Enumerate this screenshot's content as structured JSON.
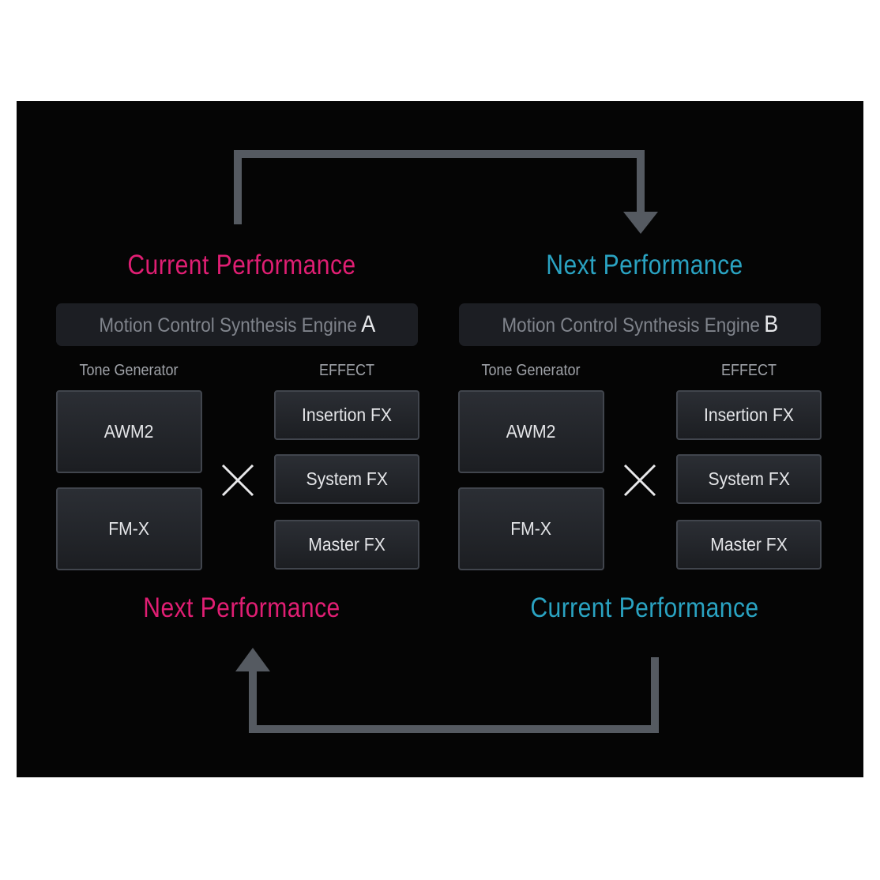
{
  "colors": {
    "accent_pink": "#e01e73",
    "accent_blue": "#2aa3c2",
    "background": "#050505",
    "arrow": "#555a61"
  },
  "left": {
    "top_title": "Current Performance",
    "bottom_title": "Next Performance",
    "engine_label": "Motion Control Synthesis Engine",
    "engine_letter": "A",
    "tone_generator_caption": "Tone Generator",
    "effect_caption": "EFFECT",
    "tone_generators": [
      "AWM2",
      "FM-X"
    ],
    "effects": [
      "Insertion FX",
      "System FX",
      "Master FX"
    ]
  },
  "right": {
    "top_title": "Next Performance",
    "bottom_title": "Current Performance",
    "engine_label": "Motion Control Synthesis Engine",
    "engine_letter": "B",
    "tone_generator_caption": "Tone Generator",
    "effect_caption": "EFFECT",
    "tone_generators": [
      "AWM2",
      "FM-X"
    ],
    "effects": [
      "Insertion FX",
      "System FX",
      "Master FX"
    ]
  },
  "icons": {
    "combine": "times-icon",
    "flow_top": "arrow-right-down-icon",
    "flow_bottom": "arrow-left-up-icon"
  }
}
